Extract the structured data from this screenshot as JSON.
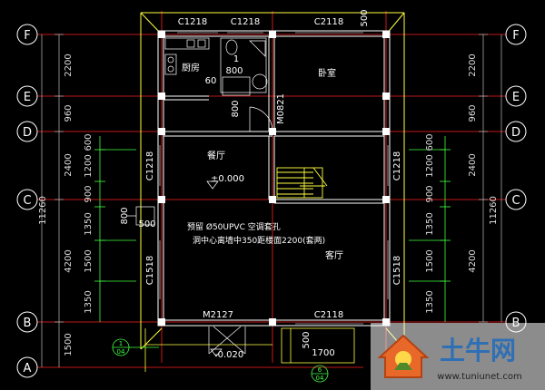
{
  "axes": {
    "rows": [
      "F",
      "E",
      "D",
      "C",
      "B",
      "A"
    ],
    "left_row_dims": [
      "2200",
      "960",
      "2400",
      "4200",
      "1500"
    ],
    "right_row_dims": [
      "2200",
      "960",
      "2400",
      "4200"
    ],
    "left_total": "11260",
    "right_total": "11260",
    "left_sub_dims": [
      "600",
      "1200",
      "900",
      "1350",
      "1500",
      "1350"
    ],
    "right_sub_dims": [
      "600",
      "1200",
      "900",
      "1350",
      "1500",
      "1350"
    ]
  },
  "windows": {
    "top_left": "C1218",
    "top_mid": "C1218",
    "top_right": "C2118",
    "top_small": "500",
    "left_upper": "C1218",
    "left_lower": "C1518",
    "right_upper": "C1218",
    "right_lower": "C1518",
    "bottom": "C2118"
  },
  "doors": {
    "main": "M2127",
    "bedroom": "M0821"
  },
  "rooms": {
    "kitchen": "厨房",
    "bedroom": "卧室",
    "dining": "餐厅",
    "living": "客厅"
  },
  "levels": {
    "indoor": "±0.000",
    "outdoor": "-0.020"
  },
  "dims_inner": {
    "bath_w": "800",
    "bath_h": "800",
    "kitchen_600": "60",
    "bath_label": "1",
    "ac_hole_800": "800",
    "ac_hole_500": "500",
    "porch_1700": "1700",
    "porch_500": "500"
  },
  "notes": {
    "line1": "预留 Ø50UPVC 空调套孔",
    "line2": "洞中心离墙中350距楼面2200(套两)"
  },
  "details": {
    "d1_top": "1",
    "d1_bottom": "04",
    "d2_top": "6",
    "d2_bottom": "04"
  },
  "watermark": {
    "brand": "土牛网",
    "url": "www.tuniunet.com"
  }
}
